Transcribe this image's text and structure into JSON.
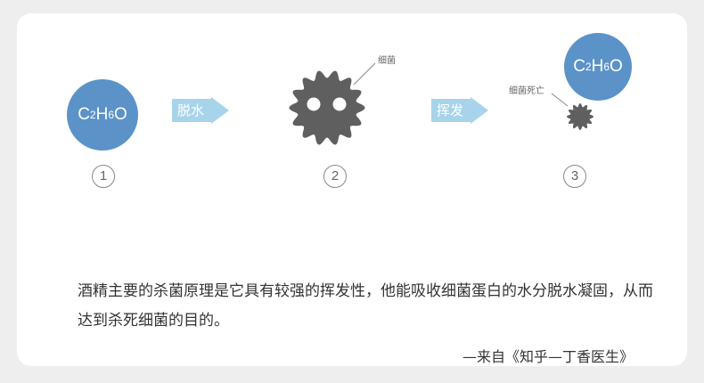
{
  "molecule": {
    "base": [
      "C",
      "H",
      "O"
    ],
    "subscripts": [
      "2",
      "6"
    ]
  },
  "steps": {
    "arrow1_label": "脱水",
    "arrow2_label": "挥发",
    "bacteria_label": "细菌",
    "dead_bacteria_label": "细菌死亡",
    "numbers": [
      "1",
      "2",
      "3"
    ]
  },
  "caption": "酒精主要的杀菌原理是它具有较强的挥发性，他能吸收细菌蛋白的水分脱水凝固，从而达到杀死细菌的目的。",
  "source": "—来自《知乎—丁香医生》",
  "colors": {
    "molecule": "#5b93c8",
    "arrow": "#a7d4ea",
    "bacteria": "#5f5f5f",
    "background": "#eeeeee"
  }
}
